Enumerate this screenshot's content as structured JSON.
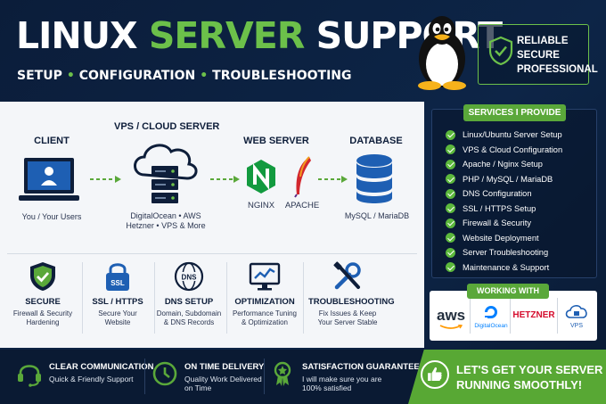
{
  "header": {
    "title_part1": "LINUX ",
    "title_part2": "SERVER",
    "title_part3": " SUPPORT",
    "subtitle": [
      "SETUP",
      "CONFIGURATION",
      "TROUBLESHOOTING"
    ],
    "subtitle_separator": "•",
    "badge": [
      "RELIABLE",
      "SECURE",
      "PROFESSIONAL"
    ]
  },
  "flow": {
    "client": {
      "title": "CLIENT",
      "sub": "You / Your Users"
    },
    "vps": {
      "title": "VPS / CLOUD SERVER",
      "sub1": "DigitalOcean • AWS",
      "sub2": "Hetzner • VPS & More"
    },
    "web": {
      "title": "WEB SERVER",
      "nginx": "NGINX",
      "apache": "APACHE"
    },
    "db": {
      "title": "DATABASE",
      "sub": "MySQL / MariaDB"
    }
  },
  "features": [
    {
      "title": "SECURE",
      "sub1": "Firewall & Security",
      "sub2": "Hardening",
      "icon": "shield-icon"
    },
    {
      "title": "SSL / HTTPS",
      "sub1": "Secure Your",
      "sub2": "Website",
      "icon": "ssl-lock-icon"
    },
    {
      "title": "DNS SETUP",
      "sub1": "Domain, Subdomain",
      "sub2": "& DNS Records",
      "icon": "dns-globe-icon"
    },
    {
      "title": "OPTIMIZATION",
      "sub1": "Performance Tuning",
      "sub2": "& Optimization",
      "icon": "monitor-chart-icon"
    },
    {
      "title": "TROUBLESHOOTING",
      "sub1": "Fix Issues & Keep",
      "sub2": "Your Server Stable",
      "icon": "tools-icon"
    }
  ],
  "services": {
    "title": "SERVICES I PROVIDE",
    "items": [
      "Linux/Ubuntu Server Setup",
      "VPS & Cloud Configuration",
      "Apache / Nginx Setup",
      "PHP / MySQL / MariaDB",
      "DNS Configuration",
      "SSL / HTTPS Setup",
      "Firewall & Security",
      "Website Deployment",
      "Server Troubleshooting",
      "Maintenance & Support"
    ]
  },
  "working_with": {
    "title": "WORKING WITH",
    "logos": [
      "aws",
      "DigitalOcean",
      "HETZNER",
      "VPS"
    ]
  },
  "footer": {
    "items": [
      {
        "title": "CLEAR COMMUNICATION",
        "line1": "Quick & Friendly Support",
        "line2": "",
        "icon": "headset-icon"
      },
      {
        "title": "ON TIME DELIVERY",
        "line1": "Quality Work Delivered",
        "line2": "on Time",
        "icon": "clock-icon"
      },
      {
        "title": "SATISFACTION GUARANTEED",
        "line1": "I will make sure you are",
        "line2": "100% satisfied",
        "icon": "award-icon"
      }
    ],
    "cta": [
      "LET'S GET YOUR SERVER",
      "RUNNING SMOOTHLY!"
    ]
  },
  "colors": {
    "accent": "#6cc04a",
    "navy": "#0b1d3a",
    "panel": "#f4f6f9"
  }
}
